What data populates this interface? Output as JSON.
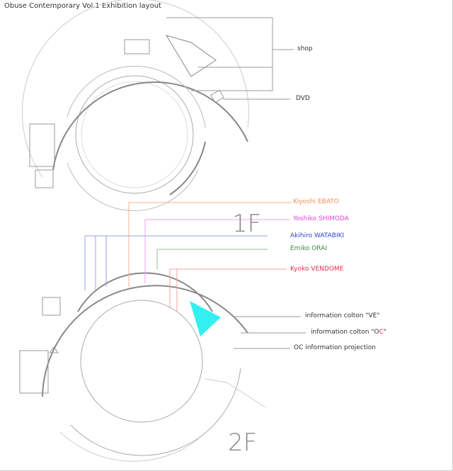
{
  "title": "Obuse Contemporary Vol.1 Exhibition layout",
  "floors": {
    "first": "1F",
    "second": "2F"
  },
  "labels_1f": {
    "shop": "shop",
    "dvd": "DVD"
  },
  "artists": [
    {
      "name": "Kiyoshi EBATO",
      "color": "#f08a5d"
    },
    {
      "name": "Yoshiko SHIMODA",
      "color": "#e040d8"
    },
    {
      "name": "Akihiro WATABIKI",
      "color": "#2f45c8"
    },
    {
      "name": "Emiko ORAI",
      "color": "#3a8a3a"
    },
    {
      "name": "Kyoko VENDOME",
      "color": "#e0304a"
    }
  ],
  "info": {
    "colton_ve": "information colton \"VE\"",
    "colton_oc_prefix": "information colton \"O",
    "colton_oc_c": "C",
    "colton_oc_suffix": "\"",
    "projection": "OC information projection"
  },
  "colors": {
    "projection": "#33f0f0",
    "line": "#999999",
    "wall": "#888888"
  }
}
